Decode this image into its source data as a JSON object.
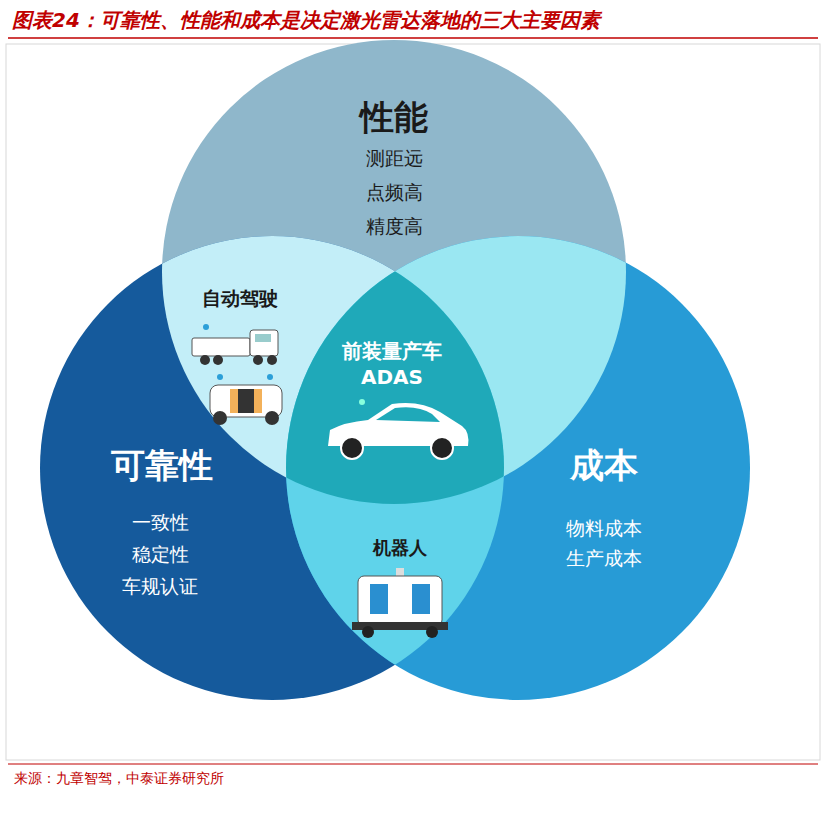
{
  "diagram": {
    "title": "图表24：可靠性、性能和成本是决定激光雷达落地的三大主要因素",
    "caption": "来源：九章智驾，中泰证券研究所",
    "nodes": [
      {
        "text": [
          "性能",
          "测距远",
          "点频高",
          "精度高"
        ]
      },
      {
        "text": [
          "可靠性",
          "一致性",
          "稳定性",
          "车规认证"
        ]
      },
      {
        "text": [
          "成本",
          "物料成本",
          "生产成本"
        ]
      }
    ],
    "labels": [
      "自动驾驶",
      "前装量产车",
      "ADAS",
      "机器人"
    ]
  }
}
